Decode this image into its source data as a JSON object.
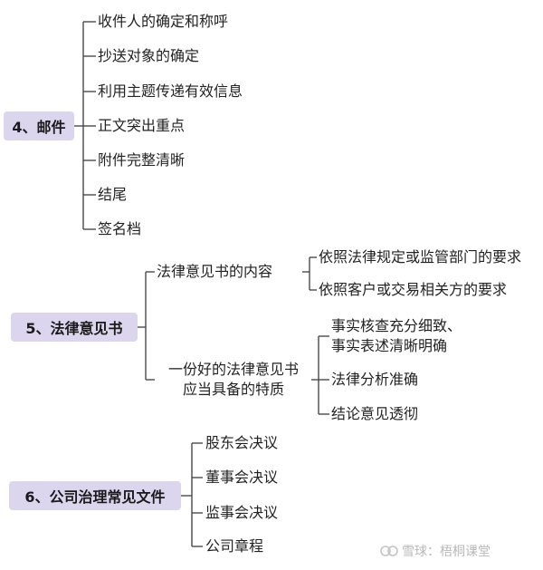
{
  "sections": [
    {
      "title": "4、邮件",
      "items": [
        "收件人的确定和称呼",
        "抄送对象的确定",
        "利用主题传递有效信息",
        "正文突出重点",
        "附件完整清晰",
        "结尾",
        "签名档"
      ]
    },
    {
      "title": "5、法律意见书",
      "children": [
        {
          "label": "法律意见书的内容",
          "items": [
            "依照法律规定或监管部门的要求",
            "依照客户或交易相关方的要求"
          ]
        },
        {
          "label_lines": [
            "一份好的法律意见书",
            "应当具备的特质"
          ],
          "items": [
            [
              "事实核查充分细致、",
              "事实表述清晰明确"
            ],
            "法律分析准确",
            "结论意见透彻"
          ]
        }
      ]
    },
    {
      "title": "6、公司治理常见文件",
      "items": [
        "股东会决议",
        "董事会决议",
        "监事会决议",
        "公司章程"
      ]
    }
  ],
  "watermark": "雪球：梧桐课堂",
  "colors": {
    "node_bg": "#dcd5ee",
    "line": "#4a4a4a"
  }
}
